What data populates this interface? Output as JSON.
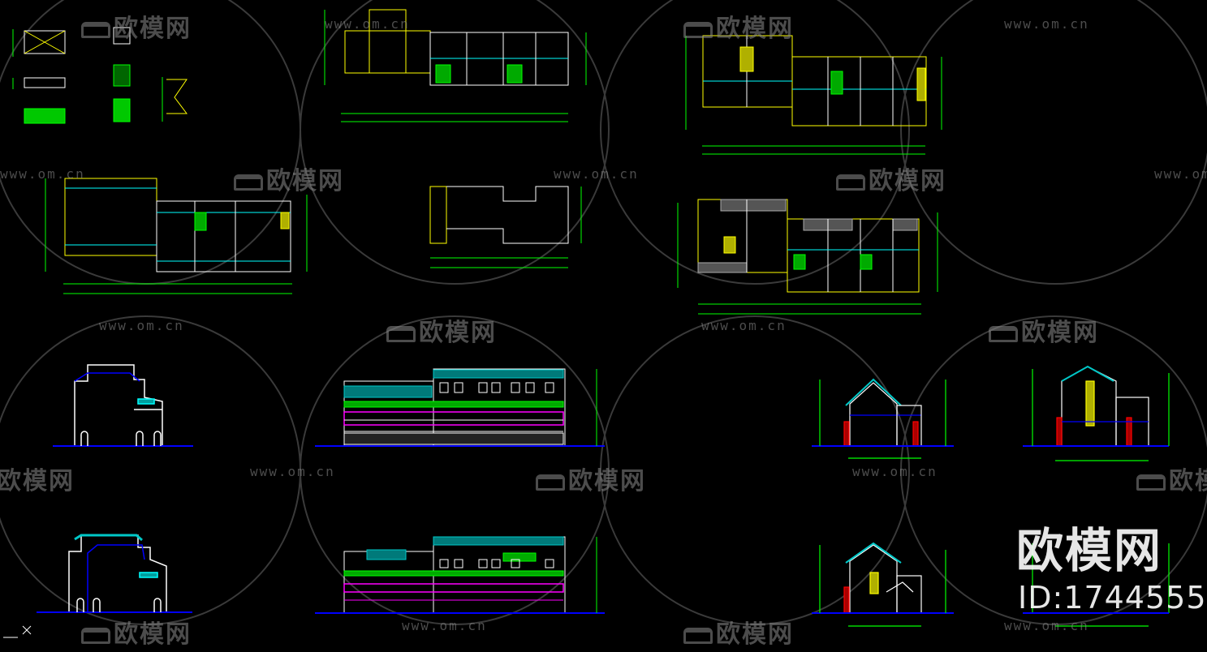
{
  "watermark": {
    "logo_text": "欧模网",
    "url_text": "www.om.cn"
  },
  "brand": {
    "name": "欧模网",
    "id_label": "ID:1744555"
  },
  "colors": {
    "background": "#000000",
    "wall": "#ffffff",
    "dimension": "#00ff00",
    "axis": "#ffff00",
    "grid": "#00ffff",
    "roof": "#00c8c8",
    "ground": "#0000ff",
    "accent": "#ff00ff",
    "section_red": "#ff0000"
  },
  "drawings": [
    {
      "name": "detail-sheet",
      "type": "stair details"
    },
    {
      "name": "plan-small-top",
      "type": "floor plan"
    },
    {
      "name": "plan-top-right",
      "type": "floor plan"
    },
    {
      "name": "plan-left",
      "type": "floor plan"
    },
    {
      "name": "plan-roof-small",
      "type": "roof plan"
    },
    {
      "name": "plan-right-2",
      "type": "floor plan"
    },
    {
      "name": "side-elevation-1",
      "type": "elevation"
    },
    {
      "name": "front-elevation-1",
      "type": "elevation"
    },
    {
      "name": "section-1",
      "type": "section"
    },
    {
      "name": "section-2",
      "type": "section"
    },
    {
      "name": "side-elevation-2",
      "type": "elevation"
    },
    {
      "name": "front-elevation-2",
      "type": "elevation"
    },
    {
      "name": "section-3",
      "type": "section"
    },
    {
      "name": "section-4",
      "type": "section"
    }
  ]
}
